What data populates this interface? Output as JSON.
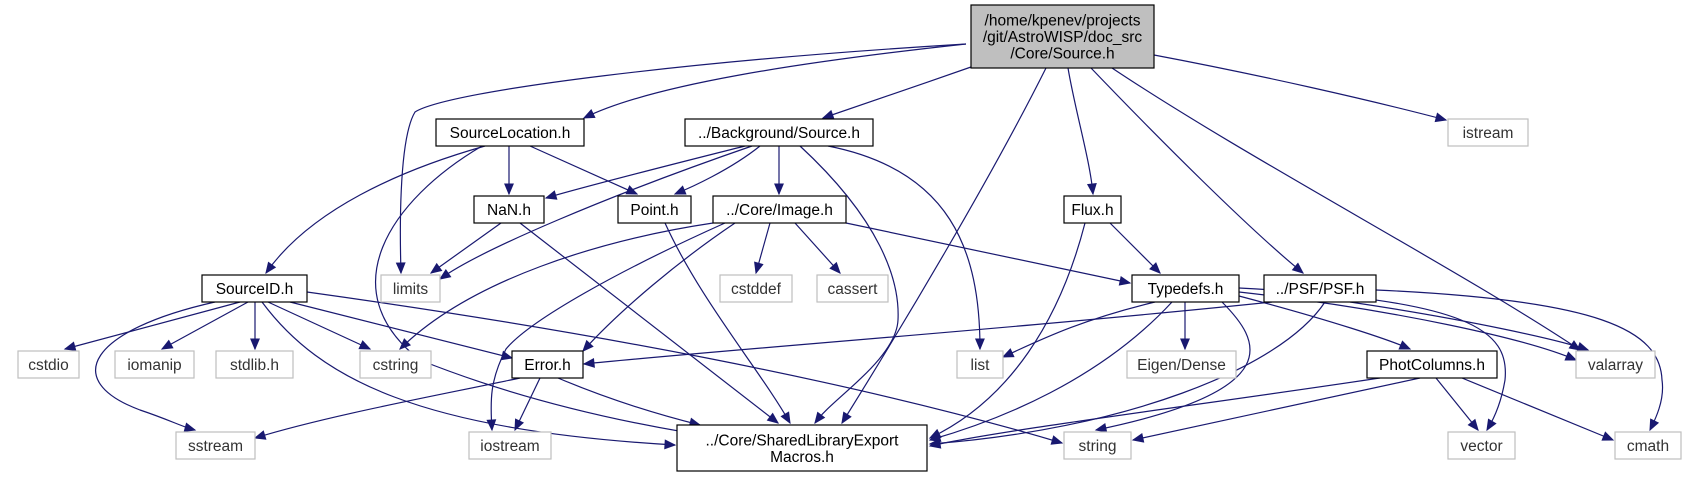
{
  "diagram": {
    "title_lines": [
      "/home/kpenev/projects",
      "/git/AstroWISP/doc_src",
      "/Core/Source.h"
    ],
    "nodes": {
      "root": [
        "/home/kpenev/projects",
        "/git/AstroWISP/doc_src",
        "/Core/Source.h"
      ],
      "source_location": [
        "SourceLocation.h"
      ],
      "background_source": [
        "../Background/Source.h"
      ],
      "flux": [
        "Flux.h"
      ],
      "psf": [
        "../PSF/PSF.h"
      ],
      "istream": [
        "istream"
      ],
      "nan": [
        "NaN.h"
      ],
      "point": [
        "Point.h"
      ],
      "core_image": [
        "../Core/Image.h"
      ],
      "limits": [
        "limits"
      ],
      "cstddef": [
        "cstddef"
      ],
      "cassert": [
        "cassert"
      ],
      "typedefs": [
        "Typedefs.h"
      ],
      "source_id": [
        "SourceID.h"
      ],
      "cstdio": [
        "cstdio"
      ],
      "iomanip": [
        "iomanip"
      ],
      "stdlib": [
        "stdlib.h"
      ],
      "cstring": [
        "cstring"
      ],
      "error": [
        "Error.h"
      ],
      "list": [
        "list"
      ],
      "eigen_dense": [
        "Eigen/Dense"
      ],
      "phot_columns": [
        "PhotColumns.h"
      ],
      "valarray": [
        "valarray"
      ],
      "sstream": [
        "sstream"
      ],
      "iostream": [
        "iostream"
      ],
      "shared_lib": [
        "../Core/SharedLibraryExport",
        "Macros.h"
      ],
      "string": [
        "string"
      ],
      "vector": [
        "vector"
      ],
      "cmath": [
        "cmath"
      ]
    }
  }
}
